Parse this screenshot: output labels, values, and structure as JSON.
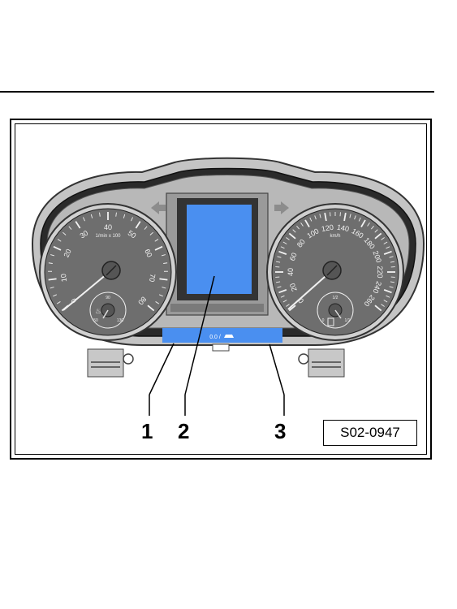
{
  "callouts": [
    "1",
    "2",
    "3"
  ],
  "reference_code": "S02-0947",
  "tachometer": {
    "unit": "1/min x 100",
    "scale": [
      "0",
      "10",
      "20",
      "30",
      "40",
      "50",
      "60",
      "70",
      "80"
    ],
    "temp_gauge": {
      "marks": [
        "50",
        "90",
        "130"
      ]
    }
  },
  "speedometer": {
    "unit": "km/h",
    "scale": [
      "0",
      "20",
      "40",
      "60",
      "80",
      "100",
      "120",
      "140",
      "160",
      "180",
      "200",
      "220",
      "240",
      "260"
    ],
    "fuel_gauge": {
      "marks": [
        "0",
        "1/2",
        "1/1"
      ]
    }
  },
  "lower_display_text": "0.0 /",
  "colors": {
    "display": "#4a8ff0",
    "gauge_face": "#6e6e6e",
    "housing": "#bfbfbf",
    "bezel": "#1c1c1c"
  }
}
